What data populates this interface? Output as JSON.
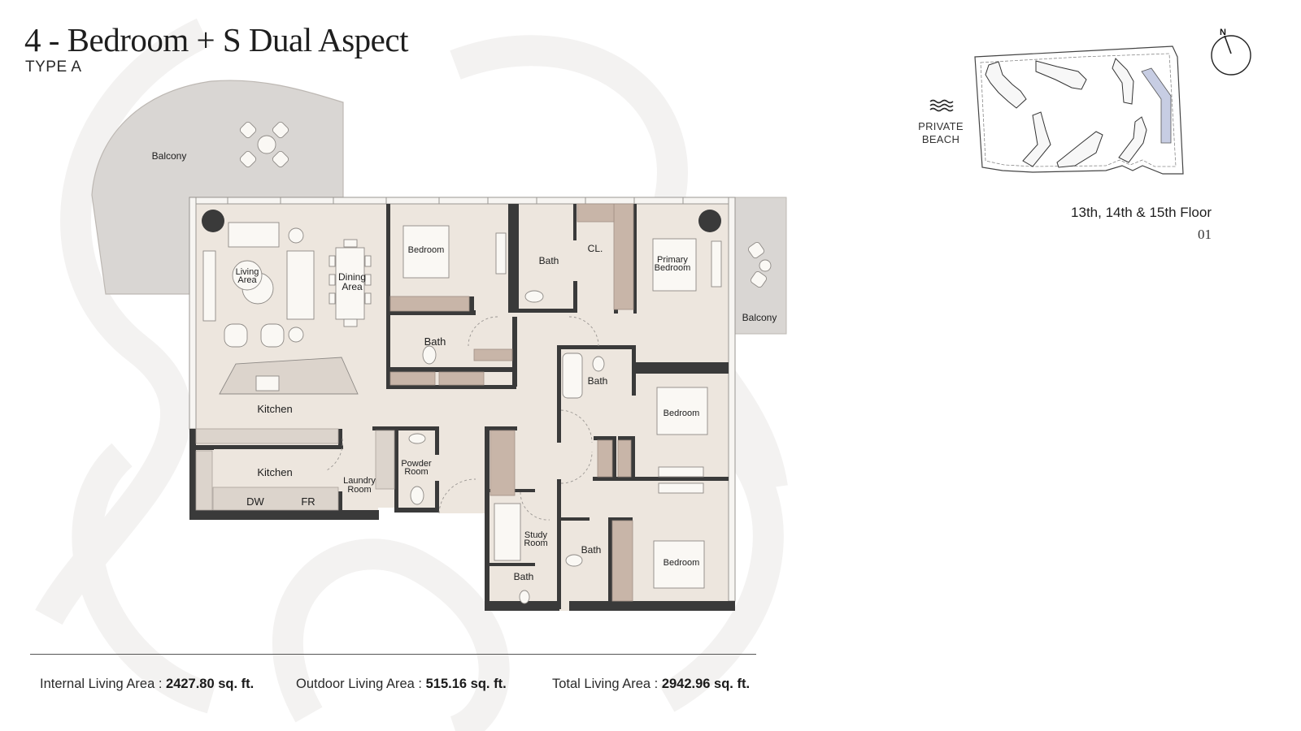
{
  "header": {
    "title": "4 - Bedroom + S Dual Aspect",
    "subtitle": "TYPE A"
  },
  "floorplan": {
    "rooms": {
      "balcony_west": "Balcony",
      "balcony_east": "Balcony",
      "living_area_1": "Living",
      "living_area_2": "Area",
      "dining_area_1": "Dining",
      "dining_area_2": "Area",
      "kitchen_open": "Kitchen",
      "kitchen_closed": "Kitchen",
      "dw": "DW",
      "fr": "FR",
      "laundry_1": "Laundry",
      "laundry_2": "Room",
      "powder_1": "Powder",
      "powder_2": "Room",
      "bedroom_north": "Bedroom",
      "bath_north": "Bath",
      "bath_primary": "Bath",
      "closet": "CL.",
      "primary_bedroom_1": "Primary",
      "primary_bedroom_2": "Bedroom",
      "bath_middle": "Bath",
      "bedroom_east": "Bedroom",
      "study_1": "Study",
      "study_2": "Room",
      "bath_study": "Bath",
      "bath_south": "Bath",
      "bedroom_south": "Bedroom"
    },
    "colors": {
      "interior": "#ede6de",
      "wall": "#3a3a3a",
      "joinery": "#c8b5a8",
      "balcony": "#d9d6d3",
      "furniture": "#faf8f4"
    }
  },
  "areas": {
    "internal_label": "Internal Living Area : ",
    "internal_value": "2427.80 sq. ft.",
    "outdoor_label": "Outdoor Living Area : ",
    "outdoor_value": "515.16 sq. ft.",
    "total_label": "Total Living Area : ",
    "total_value": "2942.96 sq. ft."
  },
  "keyplan": {
    "beach_line1": "PRIVATE",
    "beach_line2": "BEACH",
    "highlight_color": "#c7cde3",
    "floor_label": "13th, 14th & 15th Floor",
    "unit_number": "01",
    "compass_label": "N"
  }
}
